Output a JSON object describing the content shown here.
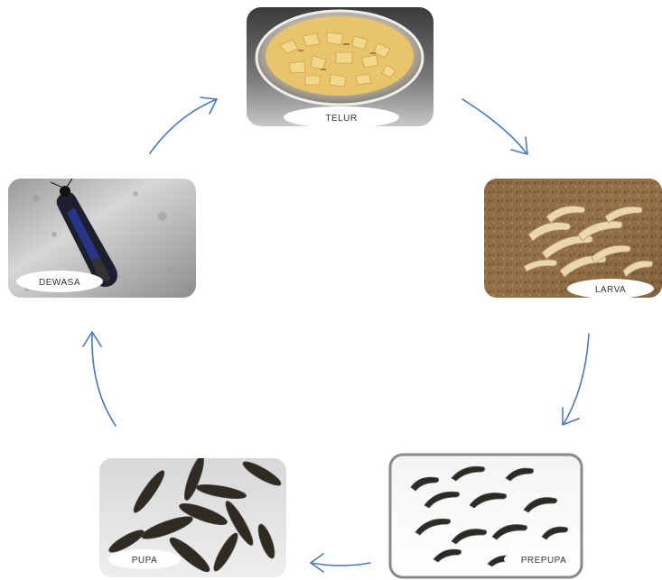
{
  "diagram": {
    "stages": [
      {
        "id": "telur",
        "label": "TELUR"
      },
      {
        "id": "larva",
        "label": "LARVA"
      },
      {
        "id": "prepupa",
        "label": "PREPUPA"
      },
      {
        "id": "pupa",
        "label": "PUPA"
      },
      {
        "id": "dewasa",
        "label": "DEWASA"
      }
    ],
    "arrow_color": "#4a7ab8"
  }
}
